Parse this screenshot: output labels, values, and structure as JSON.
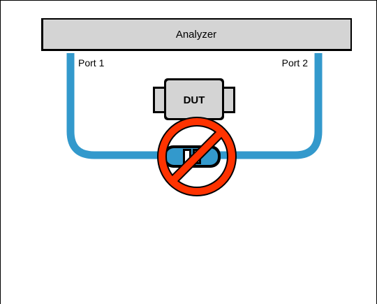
{
  "analyzer": {
    "label": "Analyzer"
  },
  "ports": {
    "port1_label": "Port 1",
    "port2_label": "Port 2"
  },
  "dut": {
    "label": "DUT"
  },
  "prohibition": {
    "icon": "no-sign-icon",
    "crossed_item": "thru-adapter-icon"
  },
  "colors": {
    "cable": "#3399cc",
    "analyzer_fill": "#d4d4d4",
    "dut_fill": "#d4d4d4",
    "no_sign": "#ff3300",
    "outline": "#000000"
  }
}
